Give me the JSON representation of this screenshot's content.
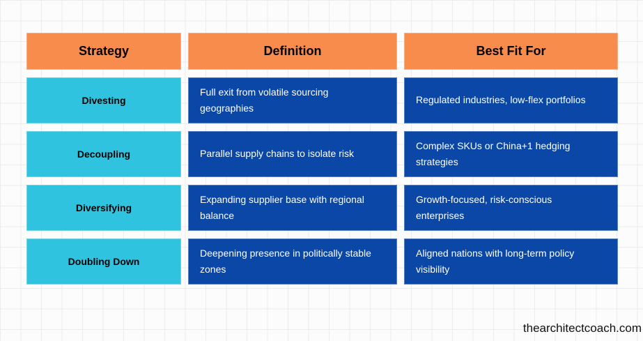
{
  "table": {
    "columns": [
      "Strategy",
      "Definition",
      "Best Fit For"
    ],
    "rows": [
      {
        "strategy": "Divesting",
        "definition": "Full exit from volatile sourcing geographies",
        "best_fit": "Regulated industries, low-flex portfolios"
      },
      {
        "strategy": "Decoupling",
        "definition": "Parallel supply chains to isolate risk",
        "best_fit": "Complex SKUs or China+1 hedging strategies"
      },
      {
        "strategy": "Diversifying",
        "definition": "Expanding supplier base with regional balance",
        "best_fit": "Growth-focused, risk-conscious enterprises"
      },
      {
        "strategy": "Doubling Down",
        "definition": "Deepening presence in politically stable zones",
        "best_fit": "Aligned nations with long-term policy visibility"
      }
    ]
  },
  "footer": {
    "watermark": "thearchitectcoach.com"
  },
  "colors": {
    "page_bg": "#FCFCFC",
    "grid_line": "#ECECEC",
    "header_bg": "#F78C4D",
    "header_text": "#000000",
    "strategy_bg": "#2FC3DF",
    "strategy_text": "#000000",
    "cell_bg": "#0A47A6",
    "cell_text": "#FFFFFF",
    "watermark_text": "#111111"
  }
}
